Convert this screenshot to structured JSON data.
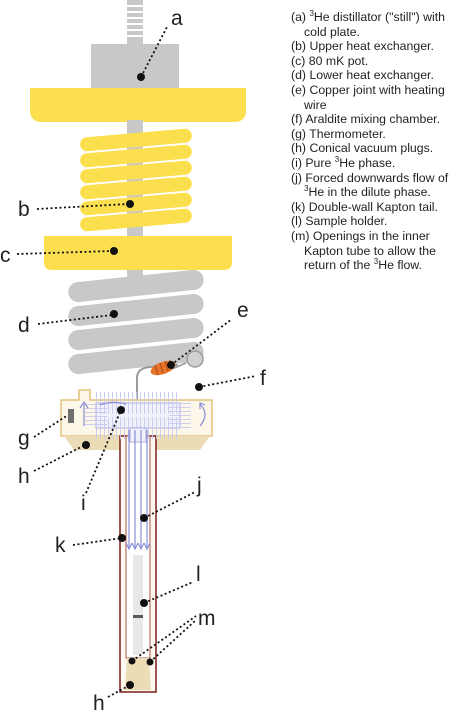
{
  "labels": [
    "a",
    "b",
    "c",
    "d",
    "e",
    "f",
    "g",
    "h",
    "i",
    "j",
    "k",
    "l",
    "m",
    "h"
  ],
  "legend": [
    {
      "letter": "(a)",
      "pre": "",
      "sup": "3",
      "post": "He distillator (\"still\") with cold plate."
    },
    {
      "letter": "(b)",
      "pre": "Upper heat exchanger.",
      "sup": "",
      "post": ""
    },
    {
      "letter": "(c)",
      "pre": "80 mK pot.",
      "sup": "",
      "post": ""
    },
    {
      "letter": "(d)",
      "pre": "Lower heat exchanger.",
      "sup": "",
      "post": ""
    },
    {
      "letter": "(e)",
      "pre": "Copper joint with heating wire",
      "sup": "",
      "post": ""
    },
    {
      "letter": "(f)",
      "pre": "Araldite mixing chamber.",
      "sup": "",
      "post": ""
    },
    {
      "letter": "(g)",
      "pre": "Thermometer.",
      "sup": "",
      "post": ""
    },
    {
      "letter": "(h)",
      "pre": "Conical vacuum plugs.",
      "sup": "",
      "post": ""
    },
    {
      "letter": "(i)",
      "pre": "Pure ",
      "sup": "3",
      "post": "He phase."
    },
    {
      "letter": "(j)",
      "pre": "Forced downwards flow of ",
      "sup": "3",
      "post": "He in the dilute phase."
    },
    {
      "letter": "(k)",
      "pre": "Double-wall Kapton tail.",
      "sup": "",
      "post": ""
    },
    {
      "letter": "(l)",
      "pre": "Sample holder.",
      "sup": "",
      "post": ""
    },
    {
      "letter": "(m)",
      "pre": "Openings in the inner Kapton tube to allow the return of the ",
      "sup": "3",
      "post": "He flow."
    }
  ],
  "colors": {
    "yellow": "#fbdf4f",
    "grey": "#c8c8c8",
    "dark_grey": "#9a9a9a",
    "beige": "#ecdcb6",
    "tail_brown": "#7a1d1d",
    "copper": "#e8742a",
    "flow_blue": "#8a8fd6",
    "dot": "#111111"
  }
}
